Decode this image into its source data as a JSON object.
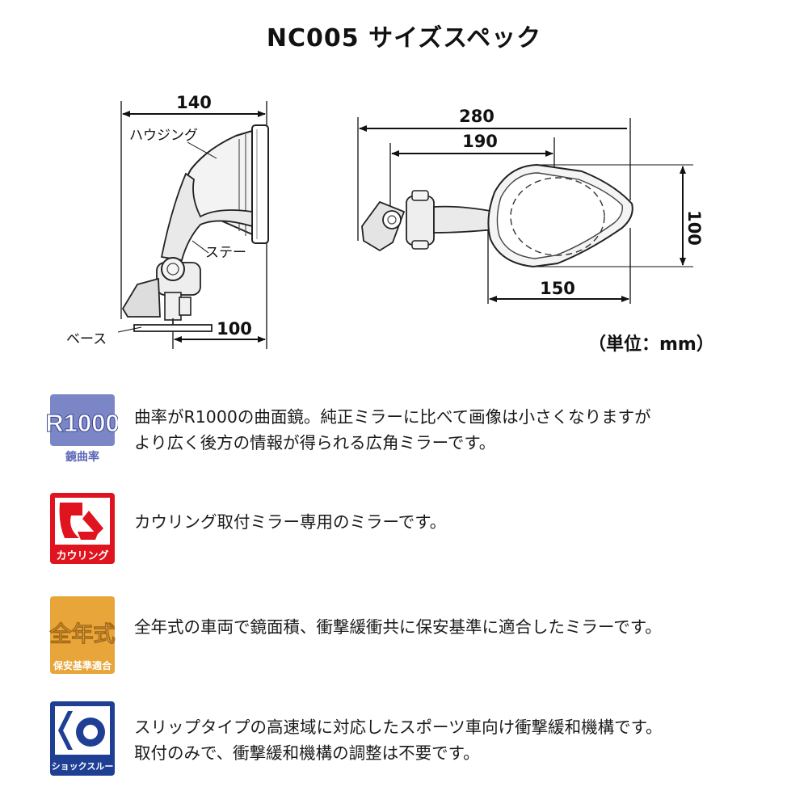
{
  "title": "NC005 サイズスペック",
  "side_view": {
    "width_dim": "140",
    "base_dim": "100",
    "labels": {
      "housing": "ハウジング",
      "stay": "ステー",
      "base": "ベース"
    }
  },
  "front_view": {
    "total_length_dim": "280",
    "inner_length_dim": "190",
    "mirror_width_dim": "150",
    "height_dim": "100"
  },
  "unit_label": "（単位：mm）",
  "features": [
    {
      "icon": "r1000-curvature-icon",
      "icon_title": "R1000",
      "icon_caption": "鏡曲率",
      "color": "#7b86c7",
      "lines": [
        "曲率がR1000の曲面鏡。純正ミラーに比べて画像は小さくなりますが",
        "より広く後方の情報が得られる広角ミラーです。"
      ]
    },
    {
      "icon": "cowling-mount-icon",
      "icon_caption": "カウリング",
      "color": "#e0141e",
      "lines": [
        "カウリング取付ミラー専用のミラーです。"
      ]
    },
    {
      "icon": "all-year-model-icon",
      "icon_title": "全年式",
      "icon_caption": "保安基準適合",
      "color": "#e8a53a",
      "lines": [
        "全年式の車両で鏡面積、衝撃緩衝共に保安基準に適合したミラーです。"
      ]
    },
    {
      "icon": "shock-slip-icon",
      "icon_caption": "ショックスルー",
      "color": "#1f3f95",
      "lines": [
        "スリップタイプの高速域に対応したスポーツ車向け衝撃緩和機構です。",
        "取付のみで、衝撃緩和機構の調整は不要です。"
      ]
    }
  ]
}
